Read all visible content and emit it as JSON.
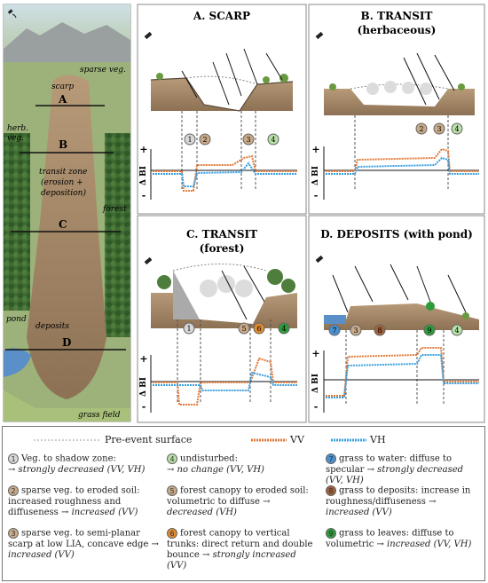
{
  "colors": {
    "vv": "#e07a3a",
    "vh": "#3aa0e0",
    "c1": "#d8d8d8",
    "c2": "#c8aa88",
    "c3": "#c8aa88",
    "c4": "#b8e0a8",
    "c5": "#c8aa88",
    "c6": "#e08a30",
    "c7": "#4a90d0",
    "c8": "#a0603a",
    "c9": "#2e9a3a"
  },
  "map": {
    "labels": {
      "sparse": "sparse veg.",
      "scarp": "scarp",
      "herb1": "herb.",
      "herb2": "veg.",
      "transit1": "transit zone",
      "transit2": "(erosion +",
      "transit3": "deposition)",
      "forest": "forest",
      "pond": "pond",
      "deposits": "deposits",
      "grass": "grass field"
    },
    "sections": [
      "A",
      "B",
      "C",
      "D"
    ]
  },
  "panels": {
    "a": {
      "title": "A. SCARP",
      "markers": [
        "1",
        "2",
        "3",
        "4"
      ]
    },
    "b": {
      "title": "B. TRANSIT",
      "subtitle": "(herbaceous)",
      "markers": [
        "2",
        "3",
        "4"
      ]
    },
    "c": {
      "title": "C. TRANSIT",
      "subtitle": "(forest)",
      "markers": [
        "1",
        "5",
        "6",
        "4"
      ]
    },
    "d": {
      "title": "D. DEPOSITS (with pond)",
      "markers": [
        "7",
        "3",
        "8",
        "9",
        "4"
      ]
    }
  },
  "axis": {
    "ylabel": "Δ BI",
    "plus": "+",
    "minus": "-"
  },
  "legend": {
    "preevent": "Pre-event surface",
    "vv": "VV",
    "vh": "VH",
    "items": [
      {
        "n": "1",
        "text": "Veg. to shadow zone:",
        "effect": "→ strongly decreased (VV, VH)"
      },
      {
        "n": "2",
        "text": "sparse veg. to eroded soil: increased roughness and diffuseness",
        "effect": "→ increased (VV)"
      },
      {
        "n": "3",
        "text": "sparse veg. to semi-planar scarp at low LIA, concave edge",
        "effect": "→ increased (VV)"
      },
      {
        "n": "4",
        "text": "undisturbed:",
        "effect": "→ no change (VV, VH)"
      },
      {
        "n": "5",
        "text": "forest canopy to eroded soil: volumetric to diffuse",
        "effect": "→ decreased (VH)"
      },
      {
        "n": "6",
        "text": "forest canopy to vertical trunks: direct return and double bounce",
        "effect": "→ strongly increased (VV)"
      },
      {
        "n": "7",
        "text": "grass to water: diffuse to specular",
        "effect": "→ strongly decreased (VV, VH)"
      },
      {
        "n": "8",
        "text": "grass to deposits: increase in roughness/diffuseness",
        "effect": "→ increased (VV)"
      },
      {
        "n": "9",
        "text": "grass to leaves: diffuse to volumetric",
        "effect": "→ increased (VV, VH)"
      }
    ]
  }
}
